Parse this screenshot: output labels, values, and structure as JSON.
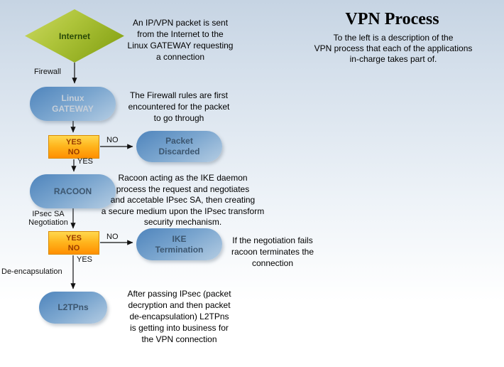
{
  "header": {
    "title": "VPN Process",
    "description": "To the left is a description of the\nVPN process that each of the applications\nin-charge takes part of."
  },
  "nodes": {
    "internet": "Internet",
    "linux_gateway": "Linux\nGATEWAY",
    "packet_discarded": "Packet\nDiscarded",
    "racoon": "RACOON",
    "ike_termination": "IKE\nTermination",
    "l2tpns": "L2TPns"
  },
  "decisions": {
    "d1": {
      "yes": "YES",
      "no": "NO",
      "branch_no": "NO",
      "branch_yes": "YES"
    },
    "d2": {
      "yes": "YES",
      "no": "NO",
      "branch_no": "NO",
      "branch_yes": "YES"
    }
  },
  "edge_labels": {
    "firewall": "Firewall",
    "ipsec_sa": "IPsec SA\nNegotiation",
    "de_encapsulation": "De-encapsulation"
  },
  "annotations": {
    "internet": "An IP/VPN packet is sent\nfrom the Internet to the\nLinux GATEWAY requesting\na connection",
    "firewall_rules": "The Firewall rules are first\nencountered for the packet\nto go through",
    "racoon": "Racoon acting as the IKE daemon\nprocess the request and negotiates\nand accetable IPsec SA, then creating\na secure medium upon the IPsec transform\nsecurity mechanism.",
    "ike": "If the negotiation fails\nracoon terminates the\nconnection",
    "l2tpns": "After passing IPsec (packet\ndecryption and then packet\nde-encapsulation) L2TPns\nis getting into business for\nthe VPN connection"
  }
}
